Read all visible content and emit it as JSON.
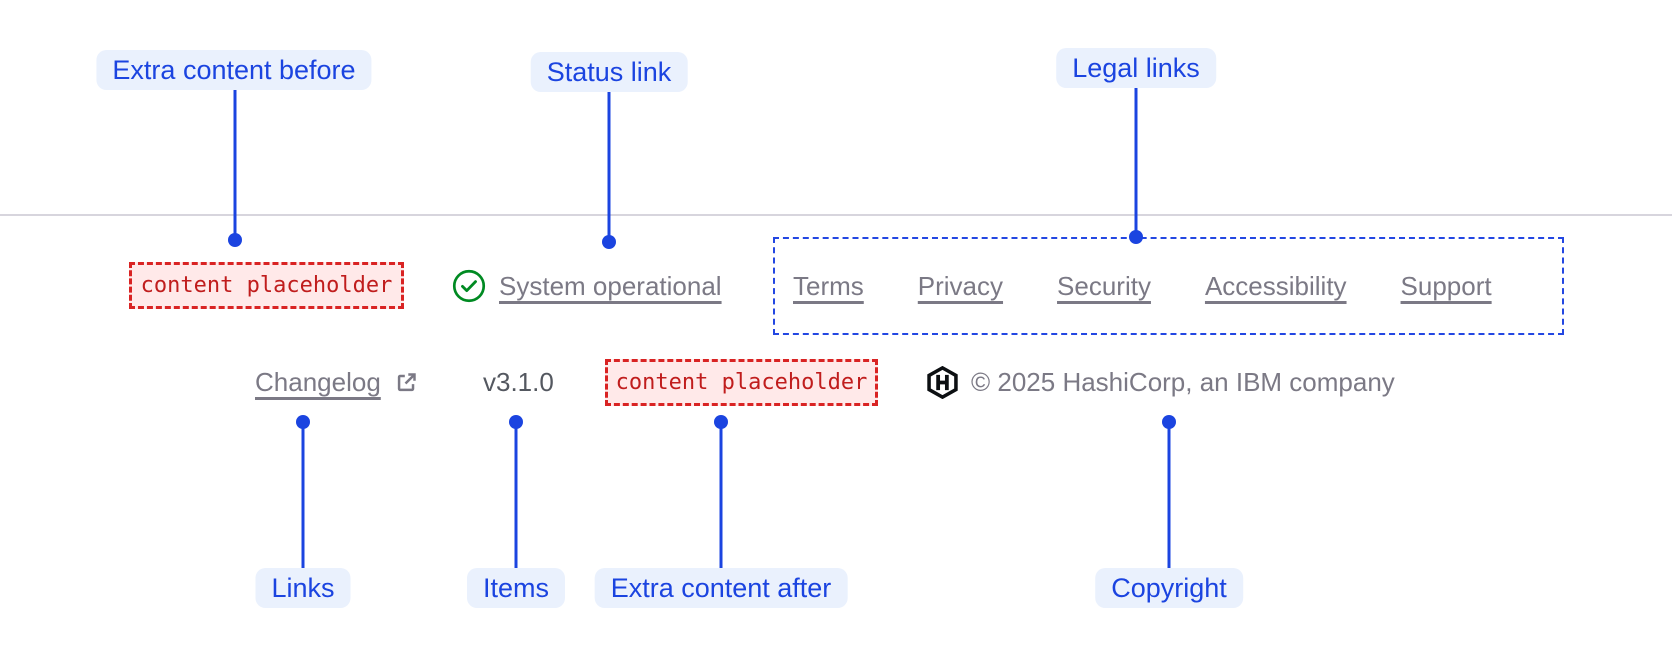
{
  "annotations": {
    "extra_content_before": "Extra content before",
    "status_link": "Status link",
    "legal_links": "Legal links",
    "links": "Links",
    "items": "Items",
    "extra_content_after": "Extra content after",
    "copyright": "Copyright"
  },
  "footer": {
    "extra_content_before_placeholder": "content placeholder",
    "status": {
      "label": "System operational",
      "icon": "check-circle-icon"
    },
    "legal_links": [
      "Terms",
      "Privacy",
      "Security",
      "Accessibility",
      "Support"
    ],
    "links": [
      {
        "label": "Changelog",
        "icon": "external-link-icon"
      }
    ],
    "items": [
      "v3.1.0"
    ],
    "extra_content_after_placeholder": "content placeholder",
    "copyright": {
      "logo": "hashicorp-logo-icon",
      "text": "© 2025 HashiCorp, an IBM company"
    }
  },
  "colors": {
    "annotation_blue": "#1b44e0",
    "annotation_pill_bg": "#eaf1fd",
    "placeholder_red": "#c01d1d",
    "placeholder_bg": "#ffe9e9",
    "placeholder_border": "#d92323",
    "success_green": "#008a22",
    "link_gray": "#7b7985",
    "version_gray": "#545860",
    "divider_gray": "#d7d5dd"
  }
}
